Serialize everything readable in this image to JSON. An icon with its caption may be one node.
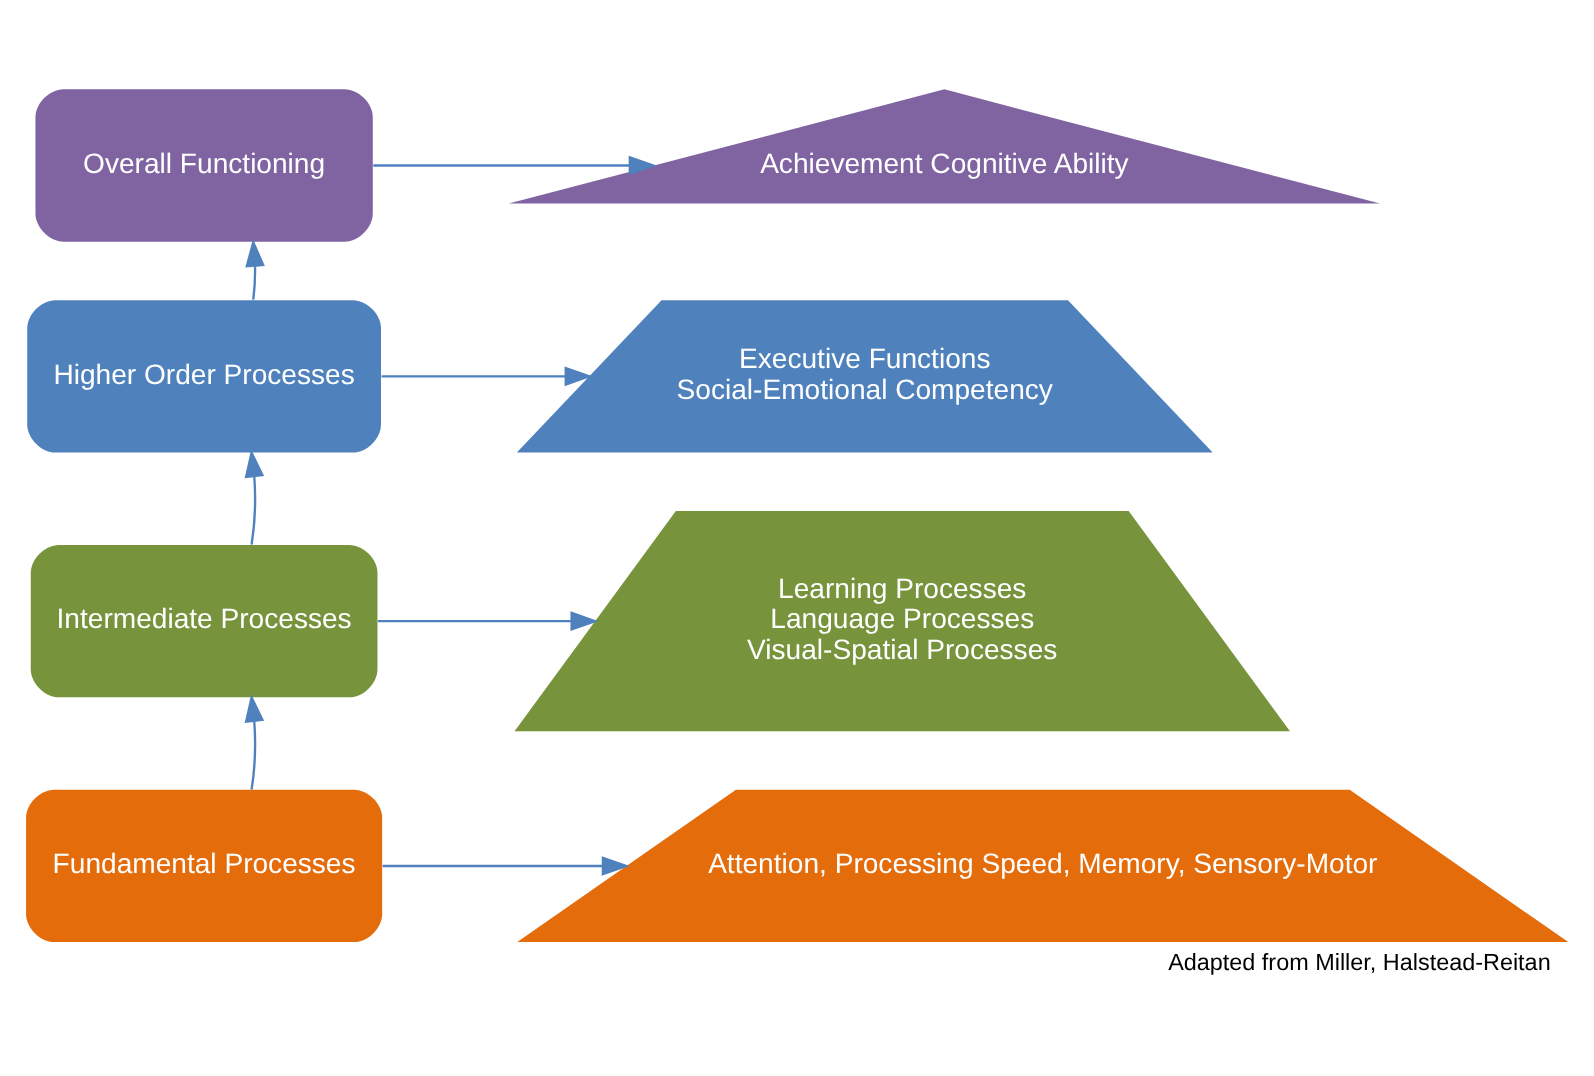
{
  "diagram": {
    "caption": "Adapted from Miller, Halstead-Reitan",
    "nodes": [
      {
        "text": [
          "Overall Functioning"
        ]
      },
      {
        "text": [
          "Higher Order Processes"
        ]
      },
      {
        "text": [
          "Intermediate Processes"
        ]
      },
      {
        "text": [
          "Fundamental Processes"
        ]
      },
      {
        "text": [
          "Achievement Cognitive Ability"
        ]
      },
      {
        "text": [
          "Executive Functions",
          "Social-Emotional Competency"
        ]
      },
      {
        "text": [
          "Learning Processes",
          "Language Processes",
          "Visual-Spatial Processes"
        ]
      },
      {
        "text": [
          "Attention, Processing Speed, Memory, Sensory-Motor"
        ]
      }
    ],
    "edges": [
      {
        "from": 3,
        "to": 2,
        "arrow": "to"
      },
      {
        "from": 2,
        "to": 1,
        "arrow": "to"
      },
      {
        "from": 1,
        "to": 0,
        "arrow": "to"
      },
      {
        "from": 0,
        "to": 4,
        "arrow": "to"
      },
      {
        "from": 1,
        "to": 5,
        "arrow": "to"
      },
      {
        "from": 2,
        "to": 6,
        "arrow": "to"
      },
      {
        "from": 3,
        "to": 7,
        "arrow": "to"
      }
    ]
  }
}
